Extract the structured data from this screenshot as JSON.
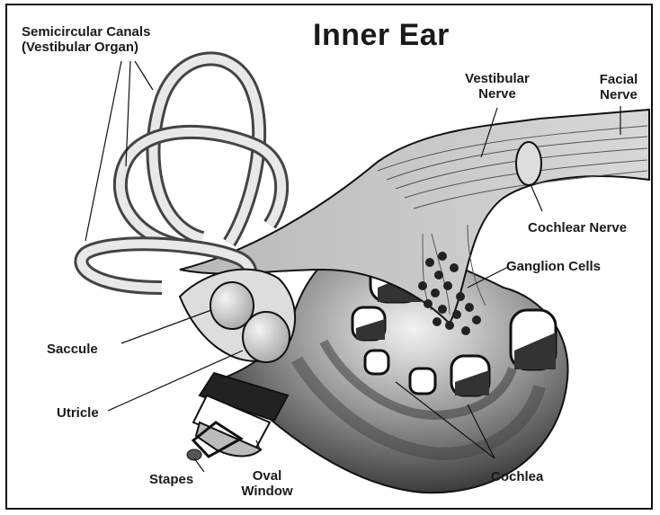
{
  "title": "Inner Ear",
  "labels": {
    "semicircular_line1": "Semicircular Canals",
    "semicircular_line2": "(Vestibular Organ)",
    "vestibular_line1": "Vestibular",
    "vestibular_line2": "Nerve",
    "facial_line1": "Facial",
    "facial_line2": "Nerve",
    "cochlear_nerve": "Cochlear Nerve",
    "ganglion_cells": "Ganglion Cells",
    "saccule": "Saccule",
    "utricle": "Utricle",
    "stapes": "Stapes",
    "oval_line1": "Oval",
    "oval_line2": "Window",
    "cochlea": "Cochlea"
  }
}
